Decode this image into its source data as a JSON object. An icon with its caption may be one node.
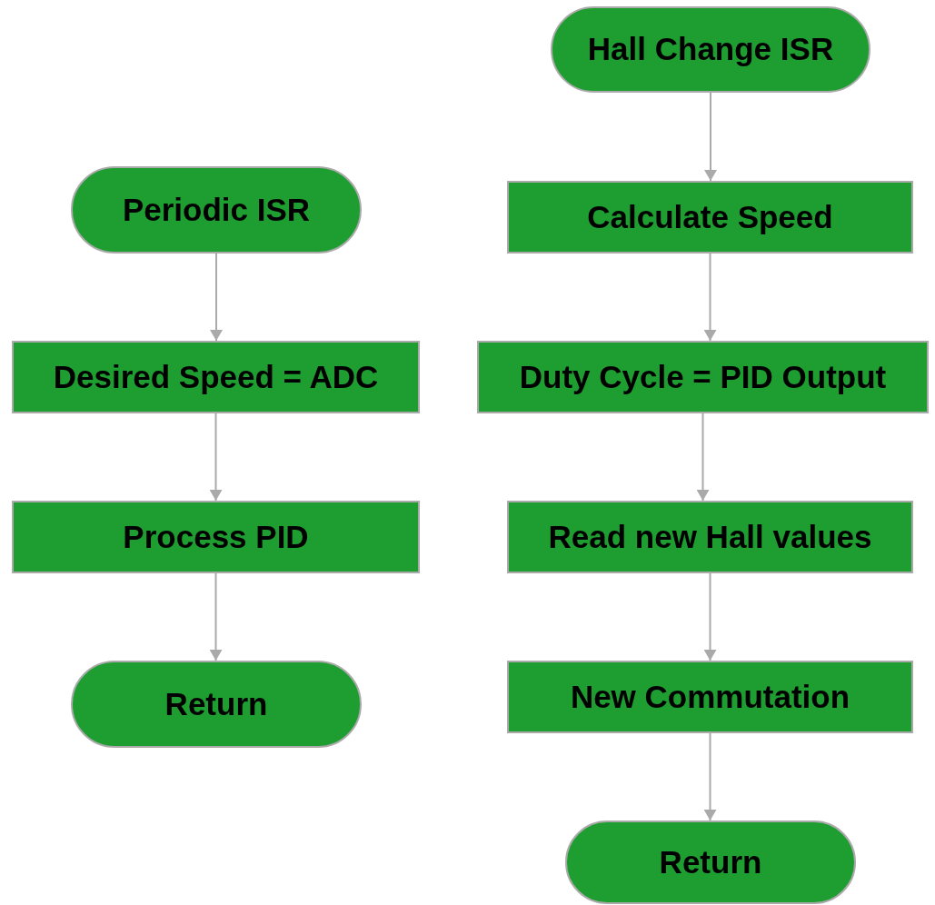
{
  "diagram": {
    "nodes": [
      {
        "text": [
          "Periodic ISR"
        ]
      },
      {
        "text": [
          "Desired Speed = ADC"
        ]
      },
      {
        "text": [
          "Process PID"
        ]
      },
      {
        "text": [
          "Return"
        ]
      },
      {
        "text": [
          "Hall Change ISR"
        ]
      },
      {
        "text": [
          "Calculate Speed"
        ]
      },
      {
        "text": [
          "Duty Cycle = PID Output"
        ]
      },
      {
        "text": [
          "Read new Hall values"
        ]
      },
      {
        "text": [
          "New Commutation"
        ]
      },
      {
        "text": [
          "Return"
        ]
      }
    ],
    "edges": [
      {
        "from": 0,
        "to": 1,
        "arrow": "to"
      },
      {
        "from": 1,
        "to": 2,
        "arrow": "to"
      },
      {
        "from": 2,
        "to": 3,
        "arrow": "to"
      },
      {
        "from": 4,
        "to": 5,
        "arrow": "to"
      },
      {
        "from": 5,
        "to": 6,
        "arrow": "to"
      },
      {
        "from": 6,
        "to": 7,
        "arrow": "to"
      },
      {
        "from": 7,
        "to": 8,
        "arrow": "to"
      },
      {
        "from": 8,
        "to": 9,
        "arrow": "to"
      }
    ]
  }
}
